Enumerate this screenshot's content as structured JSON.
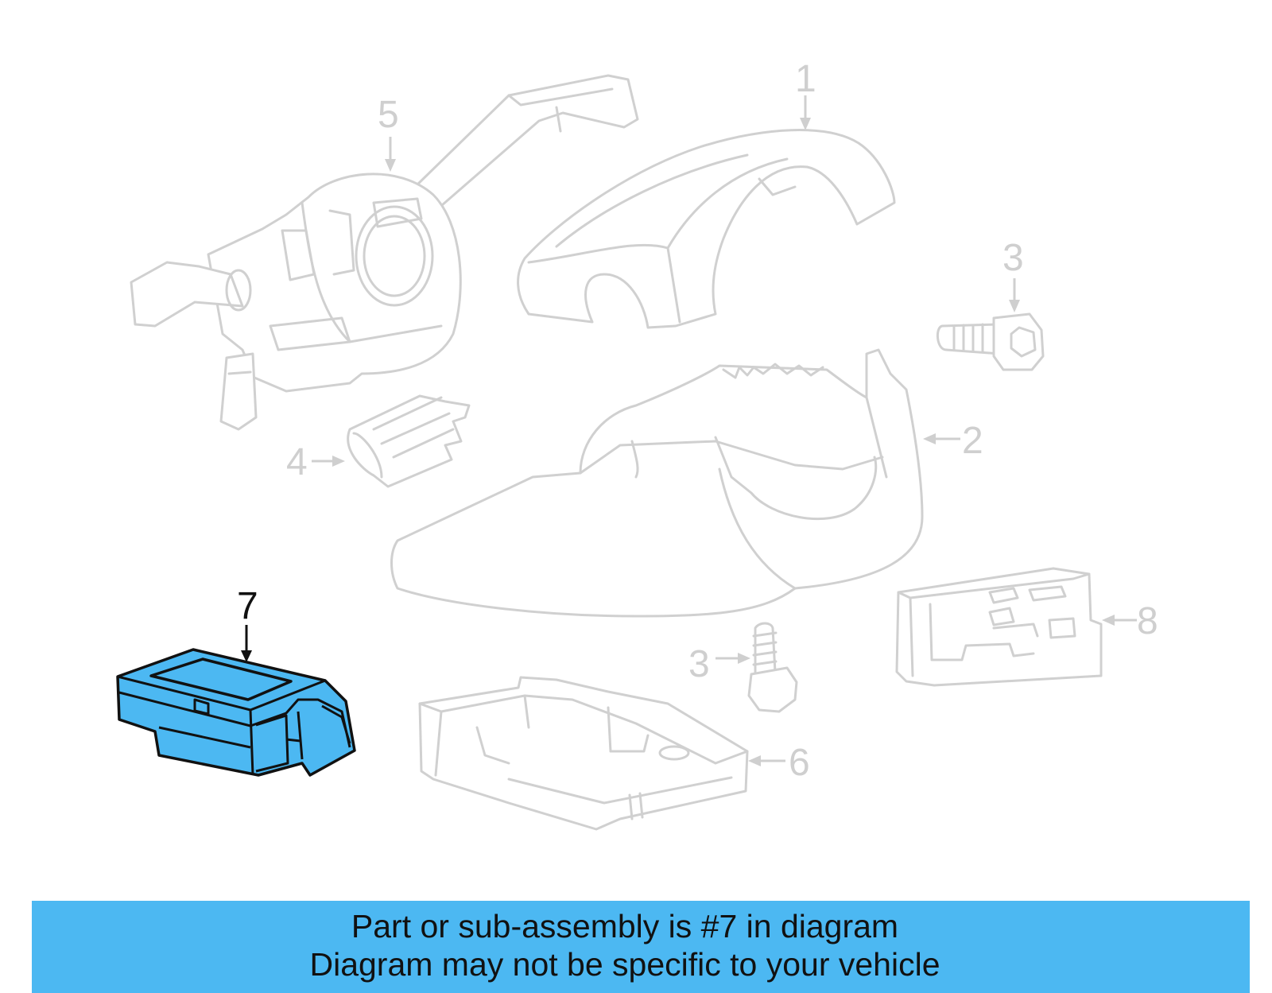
{
  "callouts": {
    "c1": "1",
    "c2": "2",
    "c3a": "3",
    "c3b": "3",
    "c4": "4",
    "c5": "5",
    "c6": "6",
    "c7": "7",
    "c8": "8"
  },
  "highlighted_part": "7",
  "colors": {
    "highlight_fill": "#4cb8f2",
    "ghost_stroke": "#d0d0d0",
    "banner_bg": "#4cb8f2"
  },
  "banner": {
    "line1": "Part or sub-assembly is #7 in diagram",
    "line2": "Diagram may not be specific to your vehicle"
  }
}
